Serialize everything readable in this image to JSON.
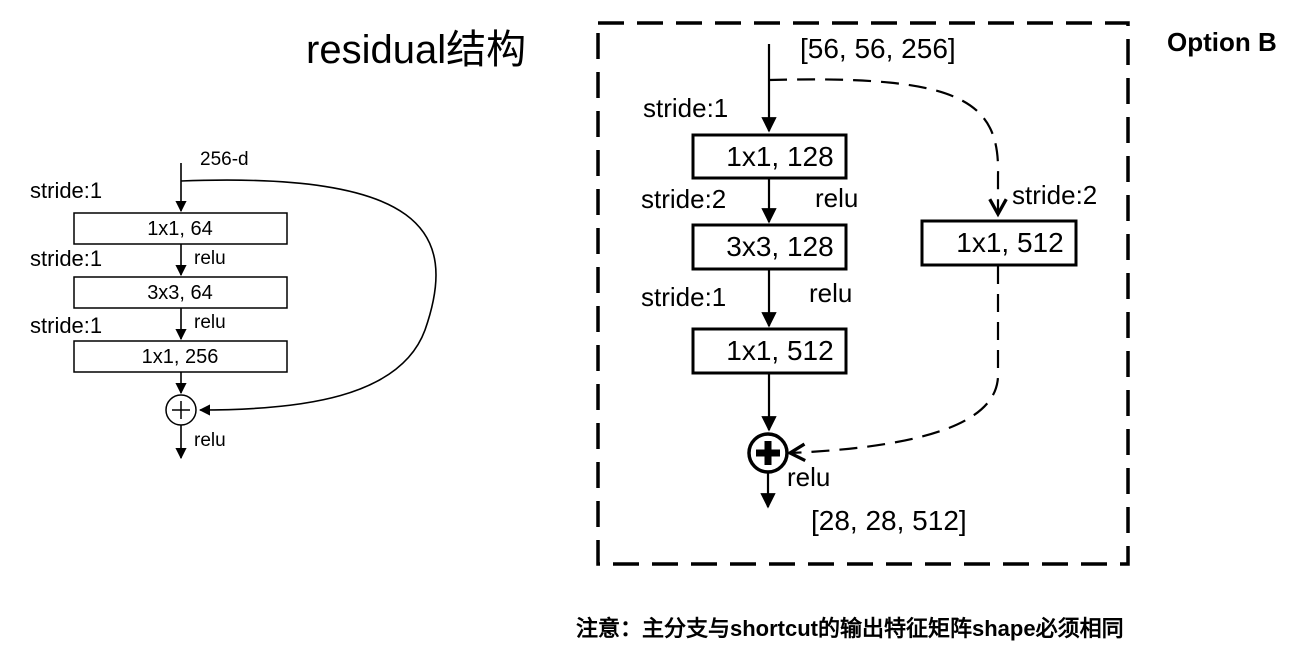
{
  "title": "residual结构",
  "option_label": "Option B",
  "note": "注意：主分支与shortcut的输出特征矩阵shape必须相同",
  "left": {
    "input_dim": "256-d",
    "layers": [
      {
        "stride": "stride:1",
        "box": "1x1, 64",
        "act": "relu"
      },
      {
        "stride": "stride:1",
        "box": "3x3, 64",
        "act": "relu"
      },
      {
        "stride": "stride:1",
        "box": "1x1, 256"
      }
    ],
    "output_act": "relu"
  },
  "right": {
    "input_shape": "[56, 56, 256]",
    "layers": [
      {
        "stride": "stride:1",
        "box": "1x1, 128",
        "act": "relu"
      },
      {
        "stride": "stride:2",
        "box": "3x3, 128",
        "act": "relu"
      },
      {
        "stride": "stride:1",
        "box": "1x1, 512"
      }
    ],
    "shortcut": {
      "stride": "stride:2",
      "box": "1x1, 512"
    },
    "output_act": "relu",
    "output_shape": "[28, 28, 512]"
  }
}
